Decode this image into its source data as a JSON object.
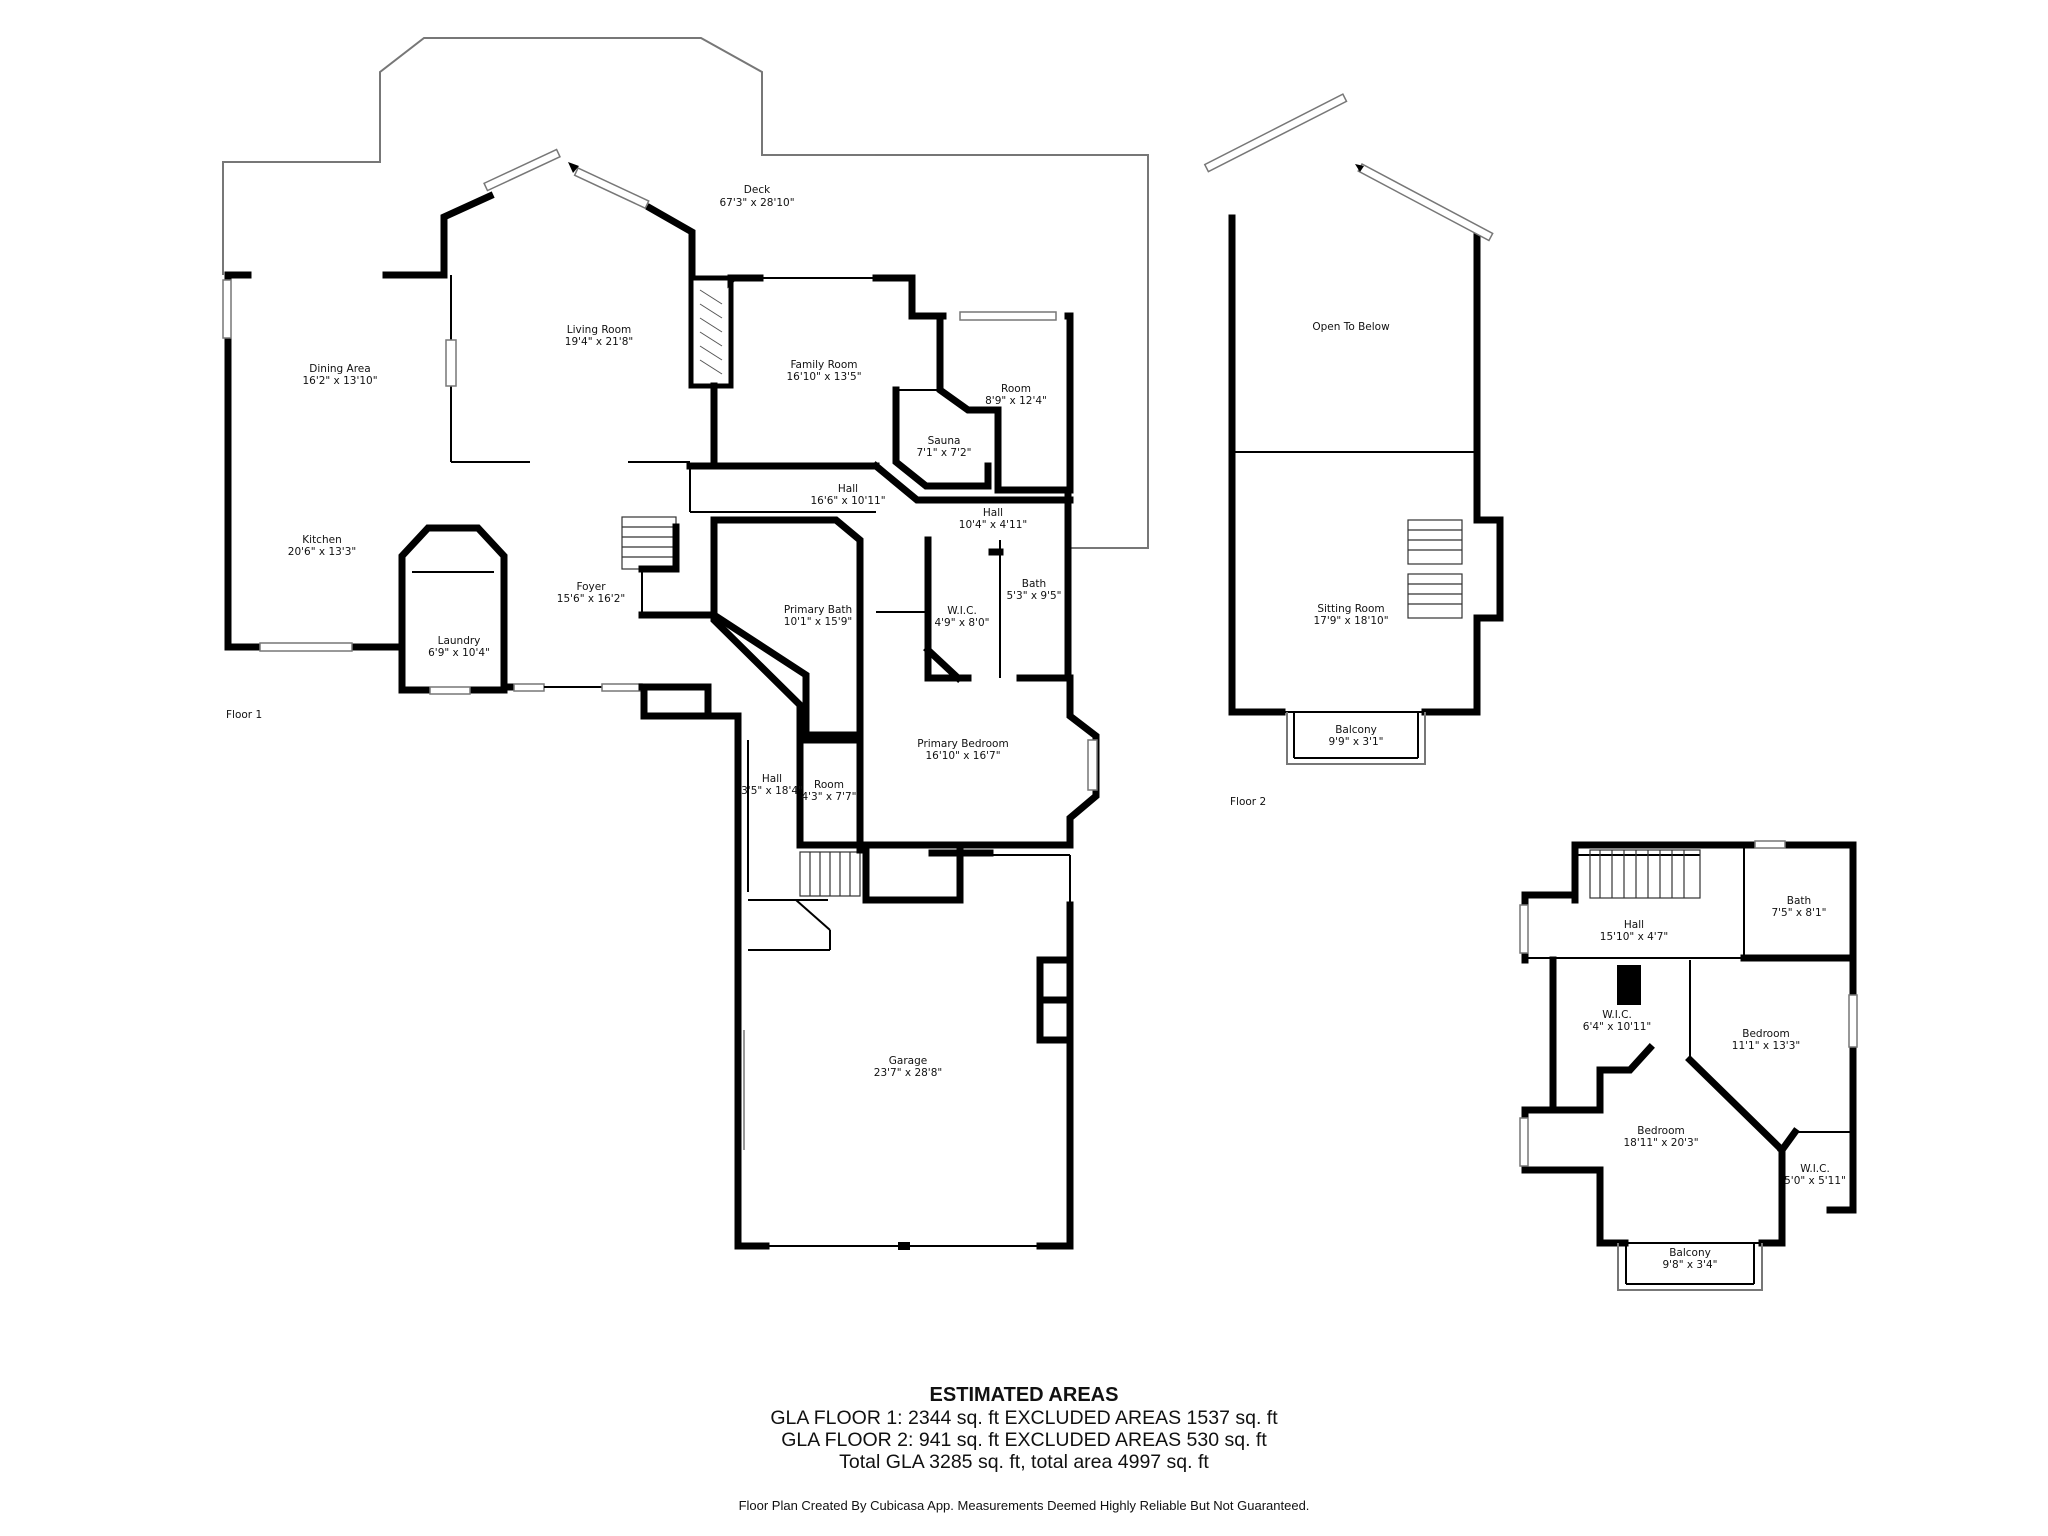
{
  "floors": [
    {
      "label": "Floor 1"
    },
    {
      "label": "Floor 2"
    }
  ],
  "rooms": [
    {
      "name": "Deck",
      "dim": "67'3\" x 28'10\""
    },
    {
      "name": "Living Room",
      "dim": "19'4\" x 21'8\""
    },
    {
      "name": "Dining Area",
      "dim": "16'2\" x 13'10\""
    },
    {
      "name": "Family Room",
      "dim": "16'10\" x 13'5\""
    },
    {
      "name": "Room",
      "dim": "8'9\" x 12'4\""
    },
    {
      "name": "Sauna",
      "dim": "7'1\" x 7'2\""
    },
    {
      "name": "Hall",
      "dim": "16'6\" x 10'11\""
    },
    {
      "name": "Hall",
      "dim": "10'4\" x 4'11\""
    },
    {
      "name": "Kitchen",
      "dim": "20'6\" x 13'3\""
    },
    {
      "name": "Foyer",
      "dim": "15'6\" x 16'2\""
    },
    {
      "name": "Laundry",
      "dim": "6'9\" x 10'4\""
    },
    {
      "name": "Primary Bath",
      "dim": "10'1\" x 15'9\""
    },
    {
      "name": "W.I.C.",
      "dim": "4'9\" x 8'0\""
    },
    {
      "name": "Bath",
      "dim": "5'3\" x 9'5\""
    },
    {
      "name": "Primary Bedroom",
      "dim": "16'10\" x 16'7\""
    },
    {
      "name": "Hall",
      "dim": "3'5\" x 18'4\""
    },
    {
      "name": "Room",
      "dim": "4'3\" x 7'7\""
    },
    {
      "name": "Garage",
      "dim": "23'7\" x 28'8\""
    },
    {
      "name": "Open To Below",
      "dim": ""
    },
    {
      "name": "Sitting Room",
      "dim": "17'9\" x 18'10\""
    },
    {
      "name": "Balcony",
      "dim": "9'9\" x 3'1\""
    },
    {
      "name": "Hall",
      "dim": "15'10\" x 4'7\""
    },
    {
      "name": "Bath",
      "dim": "7'5\" x 8'1\""
    },
    {
      "name": "W.I.C.",
      "dim": "6'4\" x 10'11\""
    },
    {
      "name": "Bedroom",
      "dim": "11'1\" x 13'3\""
    },
    {
      "name": "Bedroom",
      "dim": "18'11\" x 20'3\""
    },
    {
      "name": "W.I.C.",
      "dim": "5'0\" x 5'11\""
    },
    {
      "name": "Balcony",
      "dim": "9'8\" x 3'4\""
    }
  ],
  "areas": {
    "title": "ESTIMATED AREAS",
    "lines": [
      "GLA FLOOR 1: 2344 sq. ft EXCLUDED AREAS 1537 sq. ft",
      "GLA FLOOR 2: 941 sq. ft EXCLUDED AREAS 530 sq. ft",
      "Total GLA 3285 sq. ft, total area 4997 sq. ft"
    ]
  },
  "disclaimer": "Floor Plan Created By Cubicasa App. Measurements Deemed Highly Reliable But Not Guaranteed."
}
